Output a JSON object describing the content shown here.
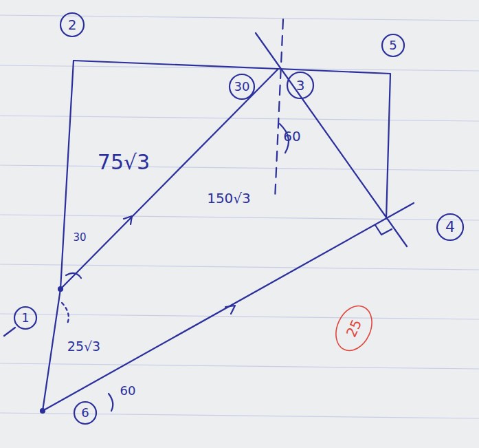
{
  "diagram": {
    "labels": [
      "2",
      "5",
      "30",
      "3",
      "60",
      "75√3",
      "150√3",
      "4",
      "30",
      "1",
      "25√3",
      "60",
      "6",
      "25"
    ]
  }
}
